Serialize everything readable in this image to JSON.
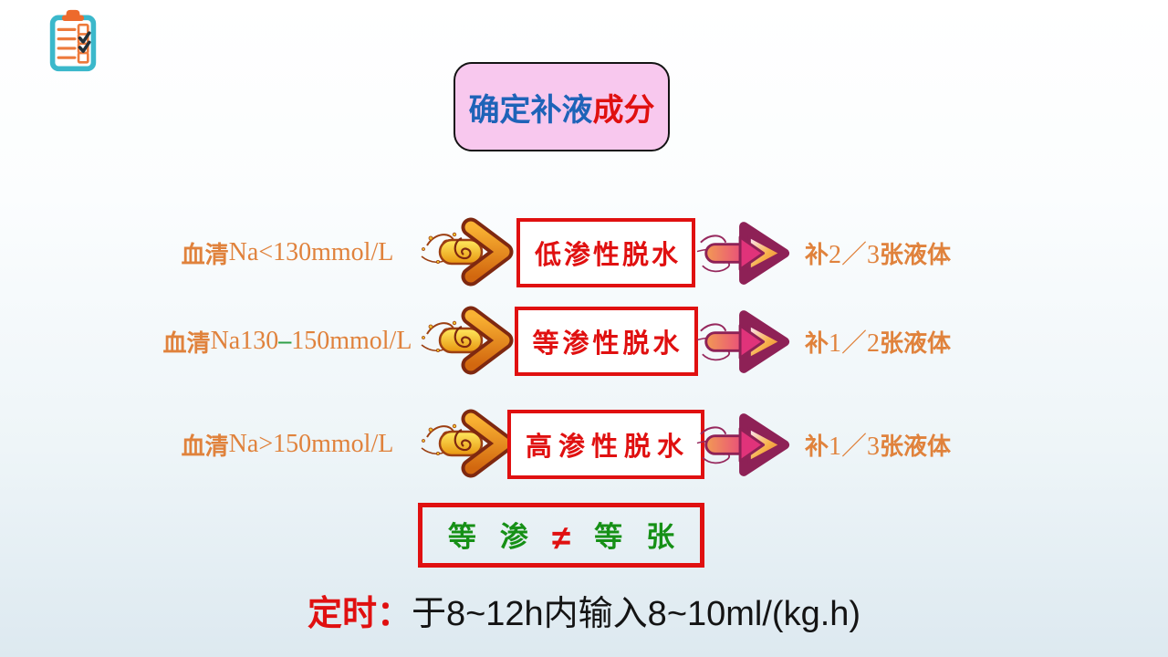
{
  "title": {
    "part_blue": "确定补液",
    "part_red": "成分"
  },
  "rows": [
    {
      "serum_bold": "血清",
      "serum_pre": "Na<130mmol/L",
      "serum_dash": "",
      "serum_post": "",
      "dehydration": "低渗性脱水",
      "fluid_pre": "补",
      "fluid_frac": "2／3",
      "fluid_post": "张液体"
    },
    {
      "serum_bold": "血清",
      "serum_pre": "Na130",
      "serum_dash": "–",
      "serum_post": "150mmol/L",
      "dehydration": "等渗性脱水",
      "fluid_pre": "补",
      "fluid_frac": "1／2",
      "fluid_post": "张液体"
    },
    {
      "serum_bold": "血清",
      "serum_pre": "Na>150mmol/L",
      "serum_dash": "",
      "serum_post": "",
      "dehydration": "高渗性脱水",
      "fluid_pre": "补",
      "fluid_frac": "1／3",
      "fluid_post": "张液体"
    }
  ],
  "conclusion": {
    "left": "等渗",
    "not_equal": "≠",
    "right": "等张"
  },
  "footer": {
    "label": "定时：",
    "text": "于8~12h内输入8~10ml/(kg.h)"
  },
  "icons": {
    "clipboard": "clipboard-checklist-icon",
    "gold_arrow": "gold-swirl-right-arrow-icon",
    "magenta_arrow": "magenta-swirl-right-arrow-icon"
  },
  "colors": {
    "orange": "#e0823c",
    "red": "#e01010",
    "green": "#169016",
    "blue": "#1e63b8",
    "pink-bg": "#f8c8ee",
    "dash-green": "#2fa048",
    "teal": "#3bb8cb",
    "clip-orange": "#ed7a3c",
    "magenta": "#8e2156",
    "gold": "#e8950f"
  }
}
